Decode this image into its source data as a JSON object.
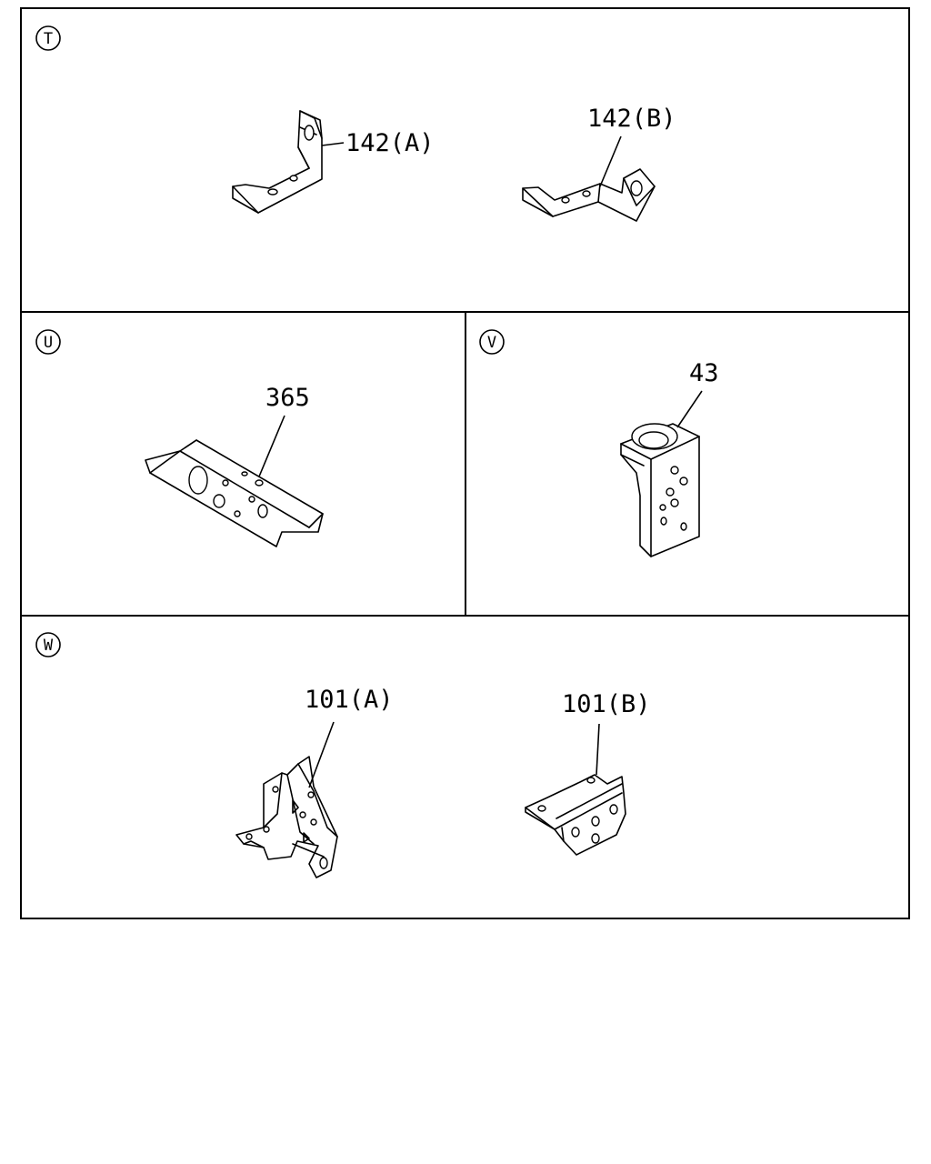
{
  "sections": {
    "t": {
      "badge": "T",
      "callouts": [
        "142(A)",
        "142(B)"
      ]
    },
    "u": {
      "badge": "U",
      "callouts": [
        "365"
      ]
    },
    "v": {
      "badge": "V",
      "callouts": [
        "43"
      ]
    },
    "w": {
      "badge": "W",
      "callouts": [
        "101(A)",
        "101(B)"
      ]
    }
  }
}
